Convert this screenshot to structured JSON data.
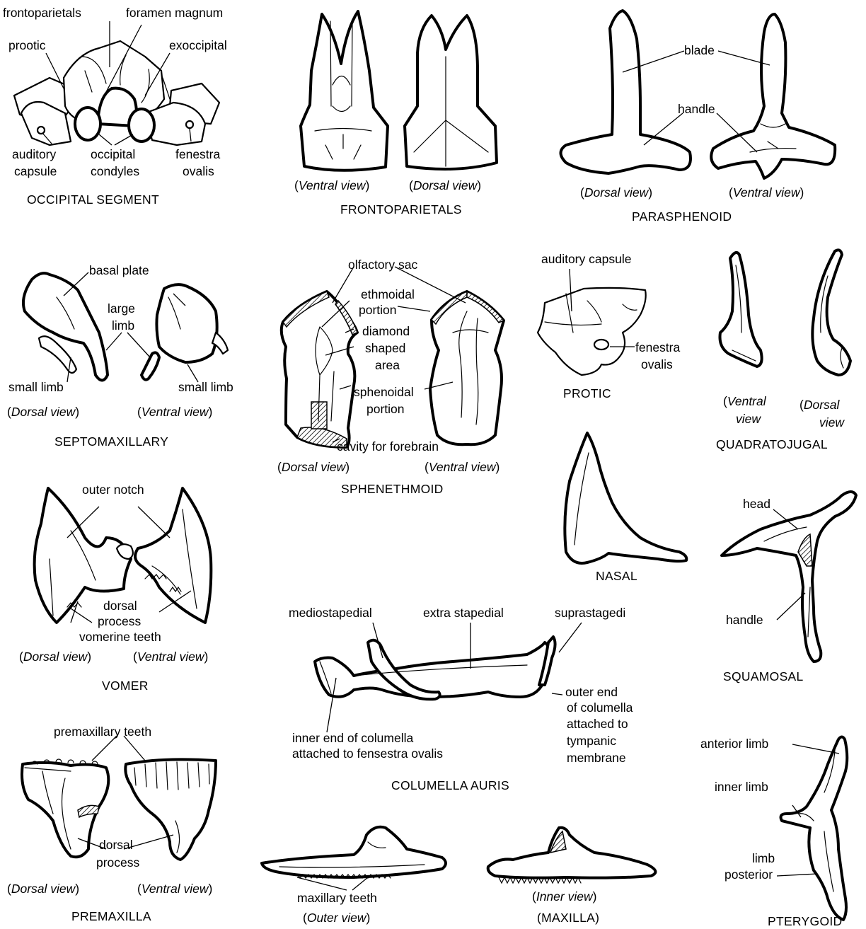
{
  "colors": {
    "ink": "#000000",
    "paper": "#ffffff"
  },
  "occipital": {
    "title": "OCCIPITAL SEGMENT",
    "frontoparietals": "frontoparietals",
    "foramen_magnum": "foramen magnum",
    "prootic": "prootic",
    "exoccipital": "exoccipital",
    "auditory_1": "auditory",
    "auditory_2": "capsule",
    "condyles_1": "occipital",
    "condyles_2": "condyles",
    "fenestra_1": "fenestra",
    "fenestra_2": "ovalis"
  },
  "frontoparietals": {
    "title": "FRONTOPARIETALS",
    "ventral": "Ventral view",
    "dorsal": "Dorsal view"
  },
  "parasphenoid": {
    "title": "PARASPHENOID",
    "blade": "blade",
    "handle": "handle",
    "dorsal": "Dorsal view",
    "ventral": "Ventral view"
  },
  "septomaxillary": {
    "title": "SEPTOMAXILLARY",
    "basal_plate": "basal plate",
    "large_1": "large",
    "large_2": "limb",
    "small_limb": "small limb",
    "dorsal": "Dorsal view",
    "ventral": "Ventral view"
  },
  "sphenethmoid": {
    "title": "SPHENETHMOID",
    "olfactory_sac": "olfactory sac",
    "ethmoidal_1": "ethmoidal",
    "ethmoidal_2": "portion",
    "diamond_1": "diamond",
    "diamond_2": "shaped",
    "diamond_3": "area",
    "sphenoidal_1": "sphenoidal",
    "sphenoidal_2": "portion",
    "cavity": "cavity for forebrain",
    "dorsal": "Dorsal view",
    "ventral": "Ventral view"
  },
  "protic": {
    "title": "PROTIC",
    "auditory_capsule": "auditory capsule",
    "fenestra_1": "fenestra",
    "fenestra_2": "ovalis"
  },
  "quadratojugal": {
    "title": "QUADRATOJUGAL",
    "ventral_1": "Ventral",
    "ventral_2": "view",
    "dorsal_1": "Dorsal",
    "dorsal_2": "view"
  },
  "vomer": {
    "title": "VOMER",
    "outer_notch": "outer notch",
    "dorsal_1": "dorsal",
    "dorsal_2": "process",
    "vomerine_teeth": "vomerine teeth",
    "dorsal_view": "Dorsal view",
    "ventral_view": "Ventral view"
  },
  "nasal": {
    "title": "NASAL"
  },
  "squamosal": {
    "title": "SQUAMOSAL",
    "head": "head",
    "handle": "handle"
  },
  "columella": {
    "title": "COLUMELLA AURIS",
    "mediostapedial": "mediostapedial",
    "extra_stapedial": "extra stapedial",
    "suprastagedi": "suprastagedi",
    "outer_1": "outer end",
    "outer_2": "of columella",
    "outer_3": "attached to",
    "outer_4": "tympanic",
    "outer_5": "membrane",
    "inner_1": "inner end of columella",
    "inner_2": "attached to fensestra ovalis"
  },
  "premaxilla": {
    "title": "PREMAXILLA",
    "teeth": "premaxillary teeth",
    "dorsal_1": "dorsal",
    "dorsal_2": "process",
    "dorsal_view": "Dorsal view",
    "ventral_view": "Ventral view"
  },
  "maxilla": {
    "title": "(MAXILLA)",
    "teeth": "maxillary teeth",
    "outer_view": "Outer view",
    "inner_view": "Inner view"
  },
  "pterygoid": {
    "title": "PTERYGOID",
    "anterior": "anterior limb",
    "inner": "inner limb",
    "posterior_1": "limb",
    "posterior_2": "posterior"
  }
}
